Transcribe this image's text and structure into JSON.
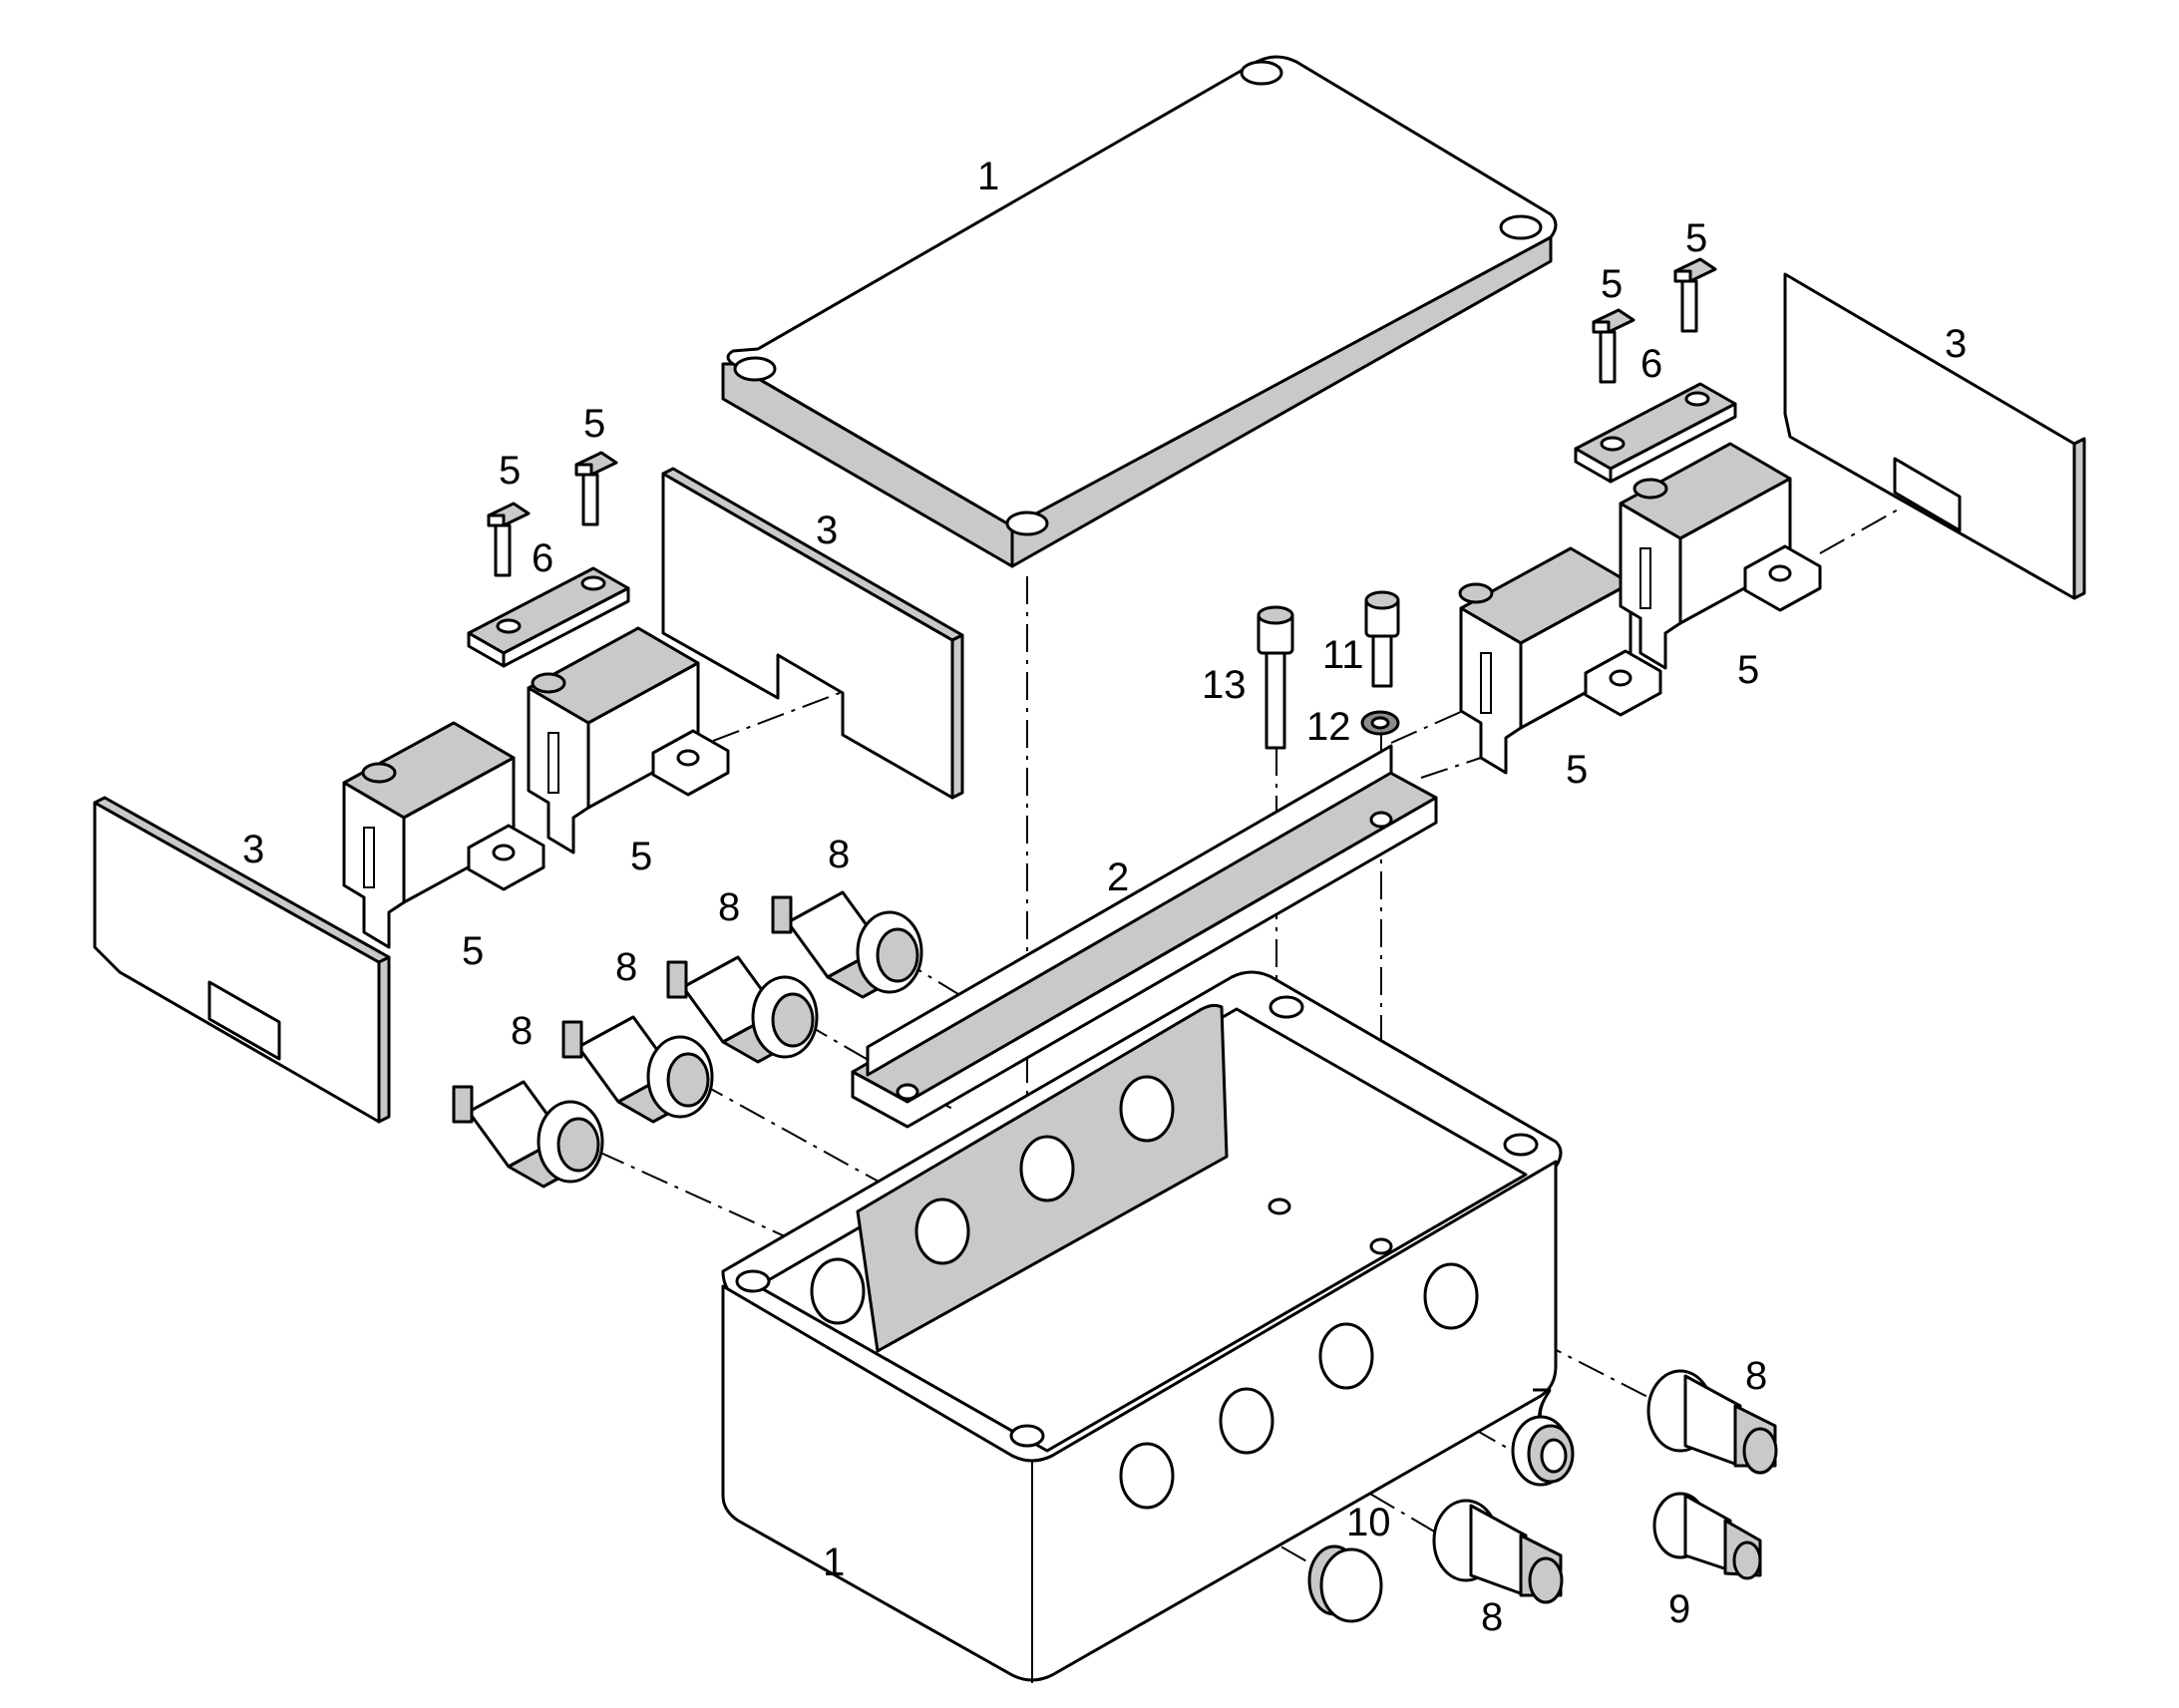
{
  "callouts": {
    "lid": "1",
    "box": "1",
    "rail": "2",
    "plate_left_front": "3",
    "plate_left_back": "3",
    "plate_right": "3",
    "bolt_left_a": "5",
    "bolt_left_b": "5",
    "bolt_right_a": "5",
    "bolt_right_b": "5",
    "terminal_left_a": "5",
    "terminal_left_b": "5",
    "terminal_right_a": "5",
    "terminal_right_b": "5",
    "strap_left": "6",
    "strap_right": "6",
    "plug": "7",
    "gland_left_1": "8",
    "gland_left_2": "8",
    "gland_left_3": "8",
    "gland_left_4": "8",
    "gland_right_upper": "8",
    "gland_right_lower": "8",
    "gland_small": "9",
    "blind_cap": "10",
    "screw_short": "11",
    "washer": "12",
    "screw_long": "13"
  }
}
